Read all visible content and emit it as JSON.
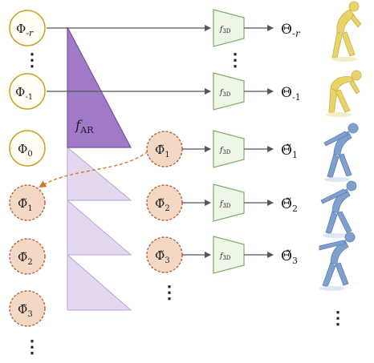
{
  "colors": {
    "past_node_stroke": "#c9a227",
    "past_node_fill": "#fffdf4",
    "pred_node_stroke": "#b0653a",
    "pred_node_fill": "#f3d8c6",
    "ar_triangle_dark": "#9a6fbf",
    "ar_triangle_light": "#e4d8ef",
    "f3d_stroke": "#7fae6a",
    "f3d_fill": "#eef6e8",
    "arrow": "#555555",
    "dashed_arrow": "#d07820",
    "pose_yellow": "#e8d36a",
    "pose_blue": "#7f9fcf"
  },
  "past_inputs": [
    {
      "symbol": "Φ",
      "subscript": "-r"
    },
    {
      "symbol": "Φ",
      "subscript": "-1"
    },
    {
      "symbol": "Φ",
      "subscript": "0"
    }
  ],
  "predicted_inputs_left": [
    {
      "symbol": "Φ̃",
      "subscript": "1"
    },
    {
      "symbol": "Φ̃",
      "subscript": "2"
    },
    {
      "symbol": "Φ̃",
      "subscript": "3"
    }
  ],
  "predicted_inputs_right": [
    {
      "symbol": "Φ̃",
      "subscript": "1"
    },
    {
      "symbol": "Φ̃",
      "subscript": "2"
    },
    {
      "symbol": "Φ̃",
      "subscript": "3"
    }
  ],
  "ar_model": {
    "name": "f",
    "subscript": "AR"
  },
  "decoder": {
    "name": "f",
    "subscript": "3D"
  },
  "outputs": [
    {
      "symbol": "Θ",
      "subscript": "-r"
    },
    {
      "symbol": "Θ",
      "subscript": "-1"
    },
    {
      "symbol": "Θ̃",
      "subscript": "1"
    },
    {
      "symbol": "Θ̃",
      "subscript": "2"
    },
    {
      "symbol": "Θ̃",
      "subscript": "3"
    }
  ],
  "ellipsis": "⋮",
  "pose_icons": [
    "pose-yellow",
    "pose-yellow",
    "pose-blue",
    "pose-blue",
    "pose-blue"
  ]
}
